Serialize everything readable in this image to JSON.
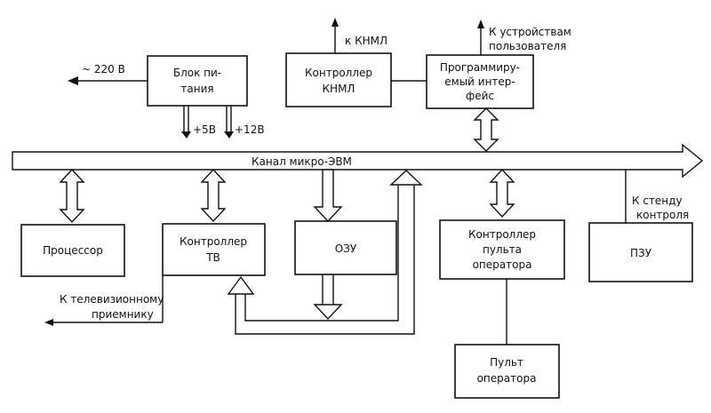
{
  "diagram": {
    "blocks": {
      "power_supply": [
        "Блок пи-",
        "тания"
      ],
      "fdd_controller": [
        "Контроллер",
        "КНМЛ"
      ],
      "prog_interface": [
        "Программиру-",
        "емый интер-",
        "фейс"
      ],
      "processor": [
        "Процессор"
      ],
      "tv_controller": [
        "Контроллер",
        "ТВ"
      ],
      "ram": [
        "ОЗУ"
      ],
      "console_controller": [
        "Контроллер",
        "пульта",
        "оператора"
      ],
      "rom": [
        "ПЗУ"
      ],
      "console": [
        "Пульт",
        "оператора"
      ]
    },
    "bus_label": "Канал микро-ЭВМ",
    "labels": {
      "mains": "~ 220 В",
      "v5": "+5В",
      "v12": "+12В",
      "to_fdd": "к КНМЛ",
      "to_user_devices": [
        "К устройствам",
        "пользователя"
      ],
      "to_stand": [
        "К стенду",
        "контроля"
      ],
      "to_tv": [
        "К телевизионному",
        "приемнику"
      ]
    }
  }
}
